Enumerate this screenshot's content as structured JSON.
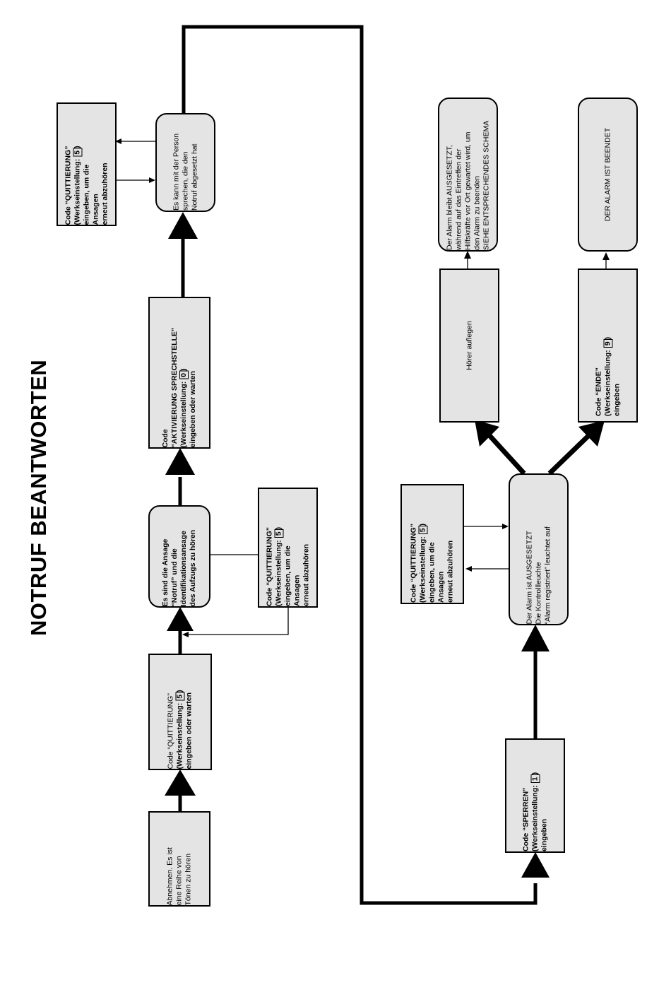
{
  "title": "NOTRUF BEANTWORTEN",
  "boxes": {
    "abnehmen": {
      "lines": [
        "Abnehmen. Es ist",
        "eine Reihe von",
        "Tönen zu hören"
      ]
    },
    "quittierung1": {
      "l1": "Code “QUITTIERUNG”",
      "l2": "(Werkseinstellung:",
      "d": "5",
      "l2b": ")",
      "l3": "eingeben oder warten"
    },
    "ansage": {
      "lines": [
        "Es sind die Ansage",
        "“Notruf” und die",
        "Identifikationsansage",
        "des Aufzugs zu hören"
      ]
    },
    "quittierung2": {
      "l1": "Code “QUITTIERUNG”",
      "l2": "(Werkseinstellung:",
      "d": "5",
      "l2b": ")",
      "l3": "eingeben, um die",
      "l4": "Ansagen",
      "l5": "erneut abzuhören"
    },
    "aktivierung": {
      "l1": "Code",
      "l2": "“AKTIVIERUNG SPRECHSTELLE”",
      "l3": "(Werkseinstellung:",
      "d": "0",
      "l3b": ")",
      "l4": "eingeben oder warten"
    },
    "person": {
      "lines": [
        "Es kann mit der Person",
        "sprechen, die den",
        "Notruf abgesetzt hat"
      ]
    },
    "quittierung3": {
      "l1": "Code “QUITTIERUNG”",
      "l2": "(Werkseinstellung:",
      "d": "5",
      "l2b": ")",
      "l3": "eingeben, um die",
      "l4": "Ansagen",
      "l5": "erneut abzuhören"
    },
    "sperren": {
      "l1": "Code “SPERREN”",
      "l2": "(Werkseinstellung:",
      "d": "1",
      "l2b": ")",
      "l3": "eingeben"
    },
    "ausgesetzt": {
      "lines": [
        "Der Alarm ist AUSGESETZT",
        "Die Kontrollleuchte",
        "“Alarm registriert” leuchtet auf"
      ]
    },
    "quittierung4": {
      "l1": "Code “QUITTIERUNG”",
      "l2": "(Werkseinstellung:",
      "d": "5",
      "l2b": ")",
      "l3": "eingeben, um die",
      "l4": "Ansagen",
      "l5": "erneut abzuhören"
    },
    "hoerer": {
      "lines": [
        "Hörer auflegen"
      ]
    },
    "bleibt": {
      "lines": [
        "Der Alarm bleibt AUSGESETZT,",
        "während auf das Eintreffen der",
        "Hilfskräfte vor Ort gewartet wird, um",
        "den Alarm zu beenden",
        "SIEHE ENTSPRECHENDES SCHEMA"
      ]
    },
    "ende": {
      "l1": "Code “ENDE”",
      "l2": "(Werkseinstellung:",
      "d": "9",
      "l2b": ")",
      "l3": "eingeben"
    },
    "beendet": {
      "lines": [
        "DER ALARM IST BEENDET"
      ]
    }
  }
}
